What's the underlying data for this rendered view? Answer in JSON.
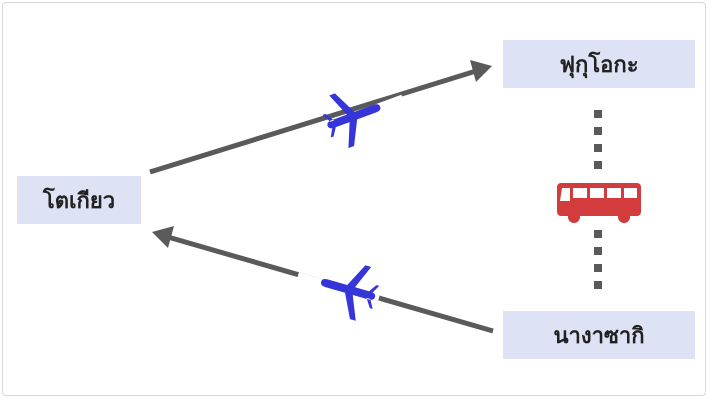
{
  "cities": {
    "tokyo": "โตเกียว",
    "fukuoka": "ฟุกุโอกะ",
    "nagasaki": "นางาซากิ"
  },
  "colors": {
    "box": "#dde3f5",
    "arrow": "#5a5a5a",
    "plane": "#3535d8",
    "bus": "#d23c3c"
  }
}
